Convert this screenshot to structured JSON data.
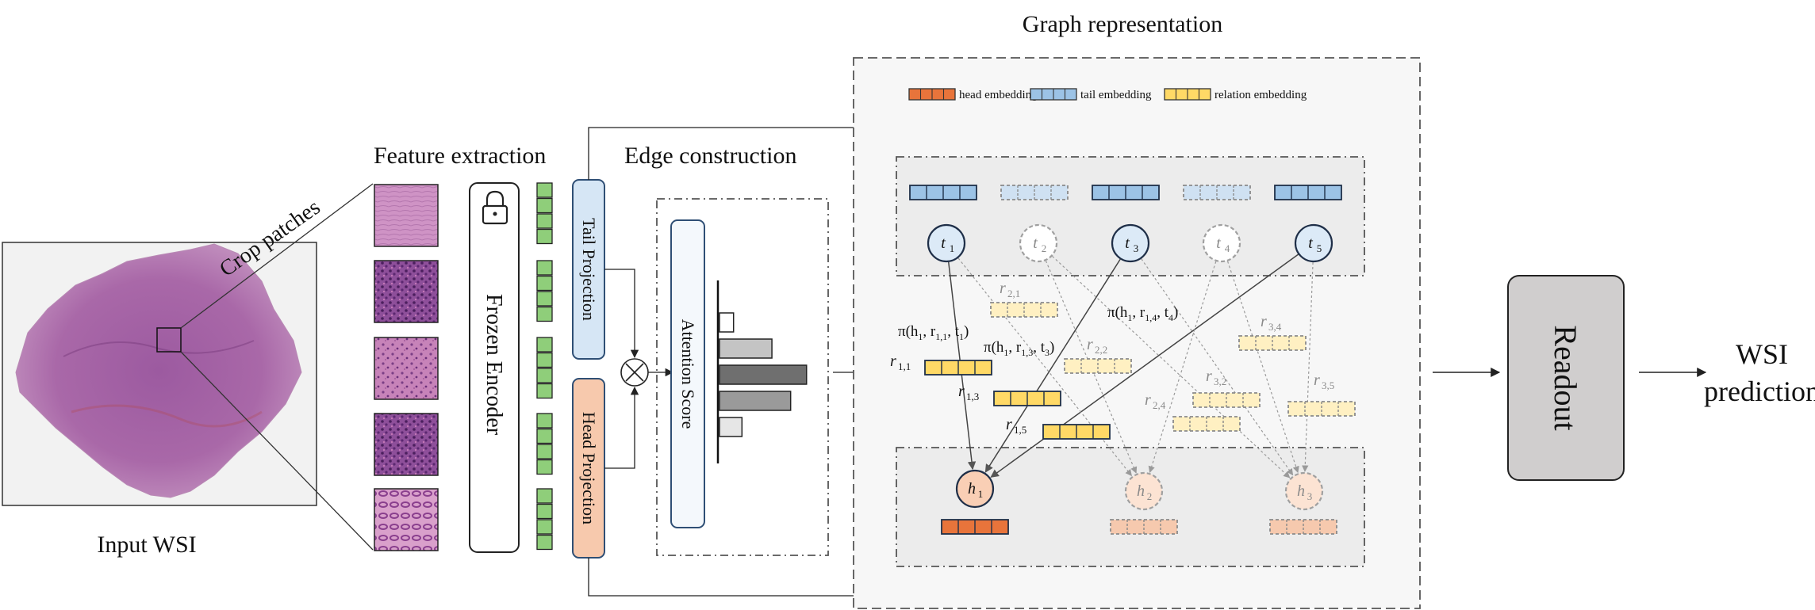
{
  "labels": {
    "input_wsi": "Input WSI",
    "crop_patches": "Crop patches",
    "feature_extraction": "Feature extraction",
    "frozen_encoder": "Frozen Encoder",
    "tail_projection": "Tail Projection",
    "head_projection": "Head Projection",
    "edge_construction": "Edge construction",
    "attention_score": "Attention Score",
    "graph_representation": "Graph representation",
    "readout": "Readout",
    "wsi_prediction_line1": "WSI",
    "wsi_prediction_line2": "prediction"
  },
  "legend": {
    "head": "head embedding",
    "tail": "tail embedding",
    "relation": "relation embedding"
  },
  "nodes": {
    "t1": {
      "base": "t",
      "sub": "1"
    },
    "t2": {
      "base": "t",
      "sub": "2"
    },
    "t3": {
      "base": "t",
      "sub": "3"
    },
    "t4": {
      "base": "t",
      "sub": "4"
    },
    "t5": {
      "base": "t",
      "sub": "5"
    },
    "h1": {
      "base": "h",
      "sub": "1"
    },
    "h2": {
      "base": "h",
      "sub": "2"
    },
    "h3": {
      "base": "h",
      "sub": "3"
    }
  },
  "relations": {
    "r11": {
      "base": "r",
      "sub": "1,1"
    },
    "r13": {
      "base": "r",
      "sub": "1,3"
    },
    "r15": {
      "base": "r",
      "sub": "1,5"
    },
    "r21": {
      "base": "r",
      "sub": "2,1"
    },
    "r22": {
      "base": "r",
      "sub": "2,2"
    },
    "r24": {
      "base": "r",
      "sub": "2,4"
    },
    "r32": {
      "base": "r",
      "sub": "3,2"
    },
    "r34": {
      "base": "r",
      "sub": "3,4"
    },
    "r35": {
      "base": "r",
      "sub": "3,5"
    }
  },
  "pi_labels": {
    "pi1": {
      "prefix": "π(h",
      "a": "1",
      "mid": ", r",
      "b": "1,1",
      "mid2": ", t",
      "c": "1",
      "suffix": ")"
    },
    "pi3": {
      "prefix": "π(h",
      "a": "1",
      "mid": ", r",
      "b": "1,3",
      "mid2": ", t",
      "c": "3",
      "suffix": ")"
    },
    "pi4": {
      "prefix": "π(h",
      "a": "1",
      "mid": ", r",
      "b": "1,4",
      "mid2": ", t",
      "c": "4",
      "suffix": ")"
    }
  },
  "colors": {
    "head": "#e8743b",
    "head_light": "#f6c9ae",
    "tail": "#9cc3e6",
    "tail_light": "#cfe1f2",
    "relation": "#ffd966",
    "relation_light": "#fff0c2",
    "feature": "#8fce7a",
    "node_blue": "#dceaf7",
    "node_orange": "#f9cfb5",
    "readout": "#d0cece"
  },
  "attention_bars": [
    0.15,
    0.56,
    0.93,
    0.76,
    0.24
  ]
}
